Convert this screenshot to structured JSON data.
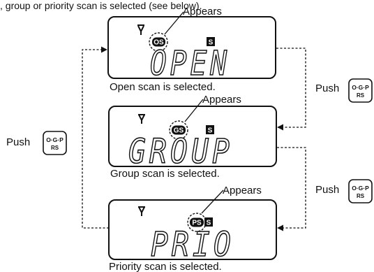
{
  "top_text": ", group or priority scan is selected (see below).",
  "screens": [
    {
      "id": "open",
      "badge": "OS",
      "display": "OPEN",
      "appears": "Appears",
      "caption": "Open scan is selected."
    },
    {
      "id": "group",
      "badge": "GS",
      "display": "GROUP",
      "appears": "Appears",
      "caption": "Group scan is selected."
    },
    {
      "id": "priority",
      "badge": "PS",
      "display": "PRIO",
      "appears": "Appears",
      "caption": "Priority scan is selected."
    }
  ],
  "s_indicator": "S",
  "push_label": "Push",
  "button": {
    "top": "O·G·P",
    "bottom": "RS"
  },
  "icons": {
    "antenna": "antenna-signal-icon"
  }
}
